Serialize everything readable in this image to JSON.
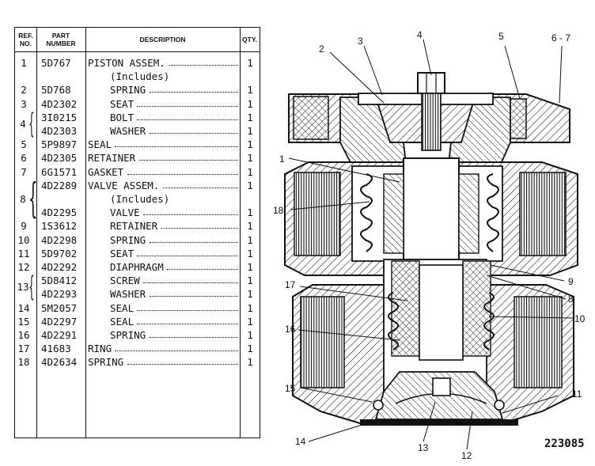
{
  "table": {
    "headers": {
      "ref": "REF.\nNO.",
      "part": "PART\nNUMBER",
      "desc": "DESCRIPTION",
      "qty": "QTY."
    },
    "rows": [
      {
        "ref": "1",
        "part": "5D767",
        "desc": "PISTON ASSEM.",
        "indent": 0,
        "qty": "1"
      },
      {
        "ref": "",
        "part": "",
        "desc": "(Includes)",
        "indent": 1,
        "qty": ""
      },
      {
        "ref": "2",
        "part": "5D768",
        "desc": "SPRING",
        "indent": 1,
        "qty": "1"
      },
      {
        "ref": "3",
        "part": "4D2302",
        "desc": "SEAT",
        "indent": 1,
        "qty": "1"
      },
      {
        "ref": "",
        "part": "3I0215",
        "desc": "BOLT",
        "indent": 1,
        "qty": "1"
      },
      {
        "ref": "",
        "part": "4D2303",
        "desc": "WASHER",
        "indent": 1,
        "qty": "1"
      },
      {
        "ref": "5",
        "part": "5P9897",
        "desc": "SEAL",
        "indent": 0,
        "qty": "1"
      },
      {
        "ref": "6",
        "part": "4D2305",
        "desc": "RETAINER",
        "indent": 0,
        "qty": "1"
      },
      {
        "ref": "7",
        "part": "6G1571",
        "desc": "GASKET",
        "indent": 0,
        "qty": "1"
      },
      {
        "ref": "",
        "part": "4D2289",
        "desc": "VALVE ASSEM.",
        "indent": 0,
        "qty": "1"
      },
      {
        "ref": "",
        "part": "",
        "desc": "(Includes)",
        "indent": 1,
        "qty": ""
      },
      {
        "ref": "",
        "part": "4D2295",
        "desc": "VALVE",
        "indent": 1,
        "qty": "1"
      },
      {
        "ref": "9",
        "part": "1S3612",
        "desc": "RETAINER",
        "indent": 1,
        "qty": "1"
      },
      {
        "ref": "10",
        "part": "4D2298",
        "desc": "SPRING",
        "indent": 1,
        "qty": "1"
      },
      {
        "ref": "11",
        "part": "5D9702",
        "desc": "SEAT",
        "indent": 1,
        "qty": "1"
      },
      {
        "ref": "12",
        "part": "4D2292",
        "desc": "DIAPHRAGM",
        "indent": 1,
        "qty": "1"
      },
      {
        "ref": "",
        "part": "5D8412",
        "desc": "SCREW",
        "indent": 1,
        "qty": "1"
      },
      {
        "ref": "",
        "part": "4D2293",
        "desc": "WASHER",
        "indent": 1,
        "qty": "1"
      },
      {
        "ref": "14",
        "part": "5M2057",
        "desc": "SEAL",
        "indent": 1,
        "qty": "1"
      },
      {
        "ref": "15",
        "part": "4D2297",
        "desc": "SEAL",
        "indent": 1,
        "qty": "1"
      },
      {
        "ref": "16",
        "part": "4D2291",
        "desc": "SPRING",
        "indent": 1,
        "qty": "1"
      },
      {
        "ref": "17",
        "part": "41683",
        "desc": "RING",
        "indent": 0,
        "qty": "1"
      },
      {
        "ref": "18",
        "part": "4D2634",
        "desc": "SPRING",
        "indent": 0,
        "qty": "1"
      }
    ],
    "groups": [
      {
        "ref": "4",
        "first_row": 4,
        "last_row": 5
      },
      {
        "ref": "8",
        "first_row": 9,
        "last_row": 11
      },
      {
        "ref": "13",
        "first_row": 16,
        "last_row": 17
      }
    ]
  },
  "callouts": [
    "1",
    "2",
    "3",
    "4",
    "5",
    "6 - 7",
    "8",
    "9",
    "10",
    "11",
    "12",
    "13",
    "14",
    "15",
    "16",
    "17",
    "18"
  ],
  "drawing_number": "223085"
}
